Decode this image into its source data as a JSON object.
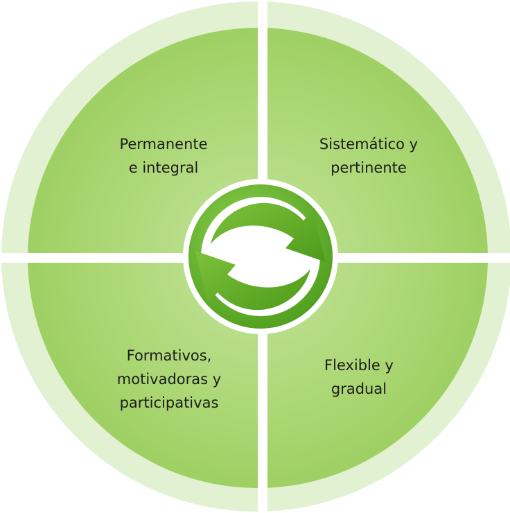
{
  "quadrants": [
    {
      "position": "top-left",
      "lines": [
        "Permanente",
        "e integral"
      ]
    },
    {
      "position": "top-right",
      "lines": [
        "Sistemático y",
        "pertinente"
      ]
    },
    {
      "position": "bottom-left",
      "lines": [
        "Formativos,",
        "motivadoras y",
        "participativas"
      ]
    },
    {
      "position": "bottom-right",
      "lines": [
        "Flexible y",
        "gradual"
      ]
    }
  ],
  "center_icon": "recycle-arrows-icon",
  "colors": {
    "outer_ring": "#e2f1d2",
    "quadrant_fill": "#a6d46c",
    "quadrant_fill_light": "#c2e49a",
    "gap": "#ffffff",
    "center_badge": "#5fae27",
    "center_badge_light": "#8ccc4c"
  }
}
